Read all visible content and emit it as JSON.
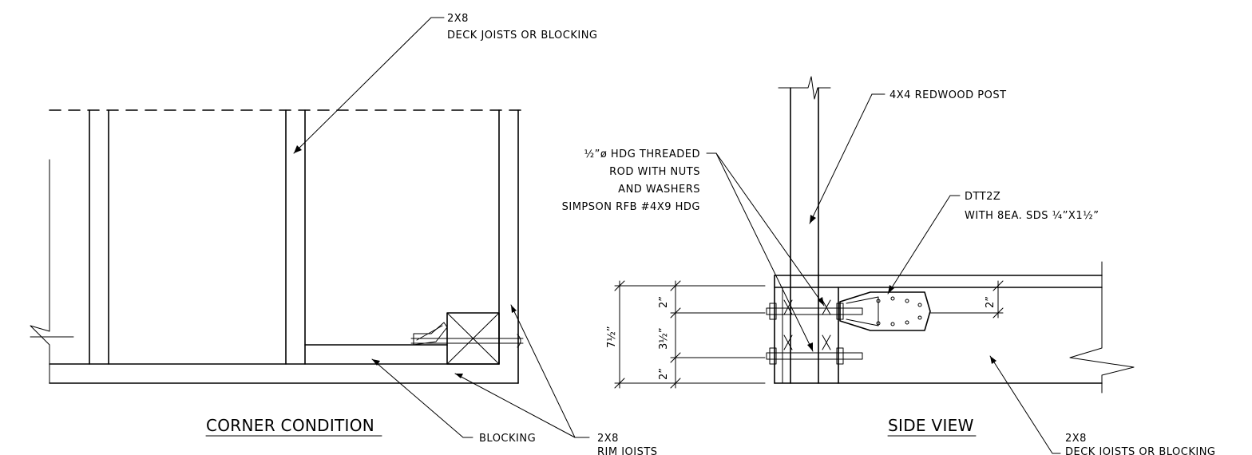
{
  "corner": {
    "joist_label_1": "2X8",
    "joist_label_2": "DECK JOISTS OR BLOCKING",
    "title": "CORNER CONDITION",
    "blocking_label": "BLOCKING",
    "rim_label_1": "2X8",
    "rim_label_2": "RIM JOISTS"
  },
  "side": {
    "post_label": "4X4 REDWOOD POST",
    "rod_label_1": "½”ø HDG THREADED",
    "rod_label_2": "ROD WITH NUTS",
    "rod_label_3": "AND WASHERS",
    "rod_label_4": "SIMPSON RFB #4X9 HDG",
    "dtt_label_1": "DTT2Z",
    "dtt_label_2": "WITH 8EA. SDS ¼”X1½”",
    "title": "SIDE VIEW",
    "joist_label_1": "2X8",
    "joist_label_2": "DECK JOISTS OR BLOCKING",
    "dims": {
      "overall": "7½”",
      "top": "2”",
      "middle": "3½”",
      "bottom": "2”",
      "right": "2”"
    }
  },
  "colors": {
    "line": "#000000",
    "background": "#ffffff"
  }
}
